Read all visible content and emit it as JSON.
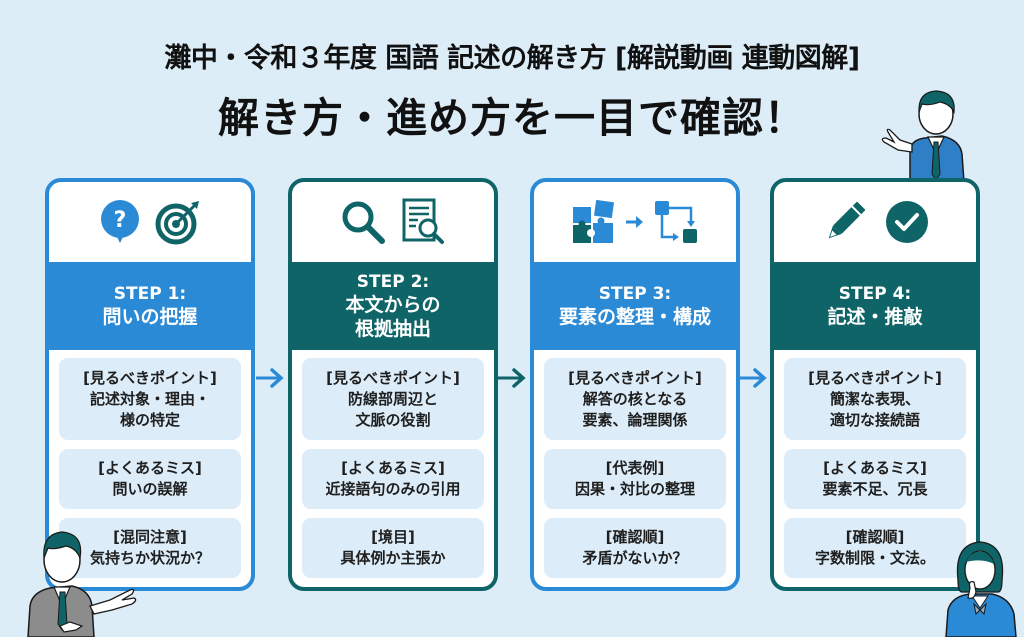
{
  "header": {
    "title": "灘中・令和３年度 国語 記述の解き方 [解説動画 連動図解]",
    "subtitle": "解き方・進め方を一目で確認！"
  },
  "colors": {
    "background": "#dcedf8",
    "blue": "#2b8ad6",
    "teal": "#0f6467",
    "item_bg": "#dcecf8"
  },
  "steps": [
    {
      "step_label": "STEP 1:",
      "title": "問いの把握",
      "accent": "#2b8ad6",
      "icons": [
        "question-bubble-icon",
        "target-icon"
      ],
      "items": [
        {
          "label": "[見るべきポイント]",
          "text": "記述対象・理由・\n様の特定"
        },
        {
          "label": "[よくあるミス]",
          "text": "問いの誤解"
        },
        {
          "label": "[混同注意]",
          "text": "気持ちか状況か？"
        }
      ]
    },
    {
      "step_label": "STEP 2:",
      "title": "本文からの\n根拠抽出",
      "accent": "#0f6467",
      "icons": [
        "magnifier-icon",
        "document-search-icon"
      ],
      "items": [
        {
          "label": "[見るべきポイント]",
          "text": "防線部周辺と\n文脈の役割"
        },
        {
          "label": "[よくあるミス]",
          "text": "近接語句のみの引用"
        },
        {
          "label": "[境目]",
          "text": "具体例か主張か"
        }
      ]
    },
    {
      "step_label": "STEP 3:",
      "title": "要素の整理・構成",
      "accent": "#2b8ad6",
      "icons": [
        "puzzle-icon",
        "arrow-right-icon",
        "flowchart-icon"
      ],
      "items": [
        {
          "label": "[見るべきポイント]",
          "text": "解答の核となる\n要素、論理関係"
        },
        {
          "label": "[代表例]",
          "text": "因果・対比の整理"
        },
        {
          "label": "[確認順]",
          "text": "矛盾がないか？"
        }
      ]
    },
    {
      "step_label": "STEP 4:",
      "title": "記述・推敲",
      "accent": "#0f6467",
      "icons": [
        "pencil-icon",
        "check-circle-icon"
      ],
      "items": [
        {
          "label": "[見るべきポイント]",
          "text": "簡潔な表現、\n適切な接続語"
        },
        {
          "label": "[よくあるミス]",
          "text": "要素不足、冗長"
        },
        {
          "label": "[確認順]",
          "text": "字数制限・文法。"
        }
      ]
    }
  ]
}
